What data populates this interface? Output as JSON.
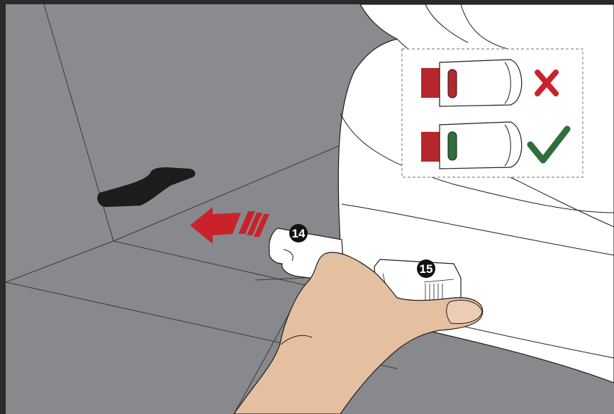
{
  "illustration": {
    "steps": [
      {
        "number": "14",
        "part": "isofix-guide"
      },
      {
        "number": "15",
        "part": "isofix-connector"
      }
    ],
    "indicator_panel": {
      "wrong": {
        "indicator_color": "#b5272d",
        "mark": "cross-icon",
        "mark_color": "#c8232c"
      },
      "right": {
        "indicator_color": "#2e6f3a",
        "mark": "check-icon",
        "mark_color": "#2e6f3a"
      }
    },
    "colors": {
      "seat_fabric": "#8a8b8e",
      "seat_shadow": "#7c7d80",
      "car_seat_shell": "#ffffff",
      "arrow": "#c8232c",
      "hand": "#e4bfa0",
      "frame": "#2a2a2a"
    },
    "direction_arrow": {
      "meaning": "push-left-insert"
    }
  }
}
